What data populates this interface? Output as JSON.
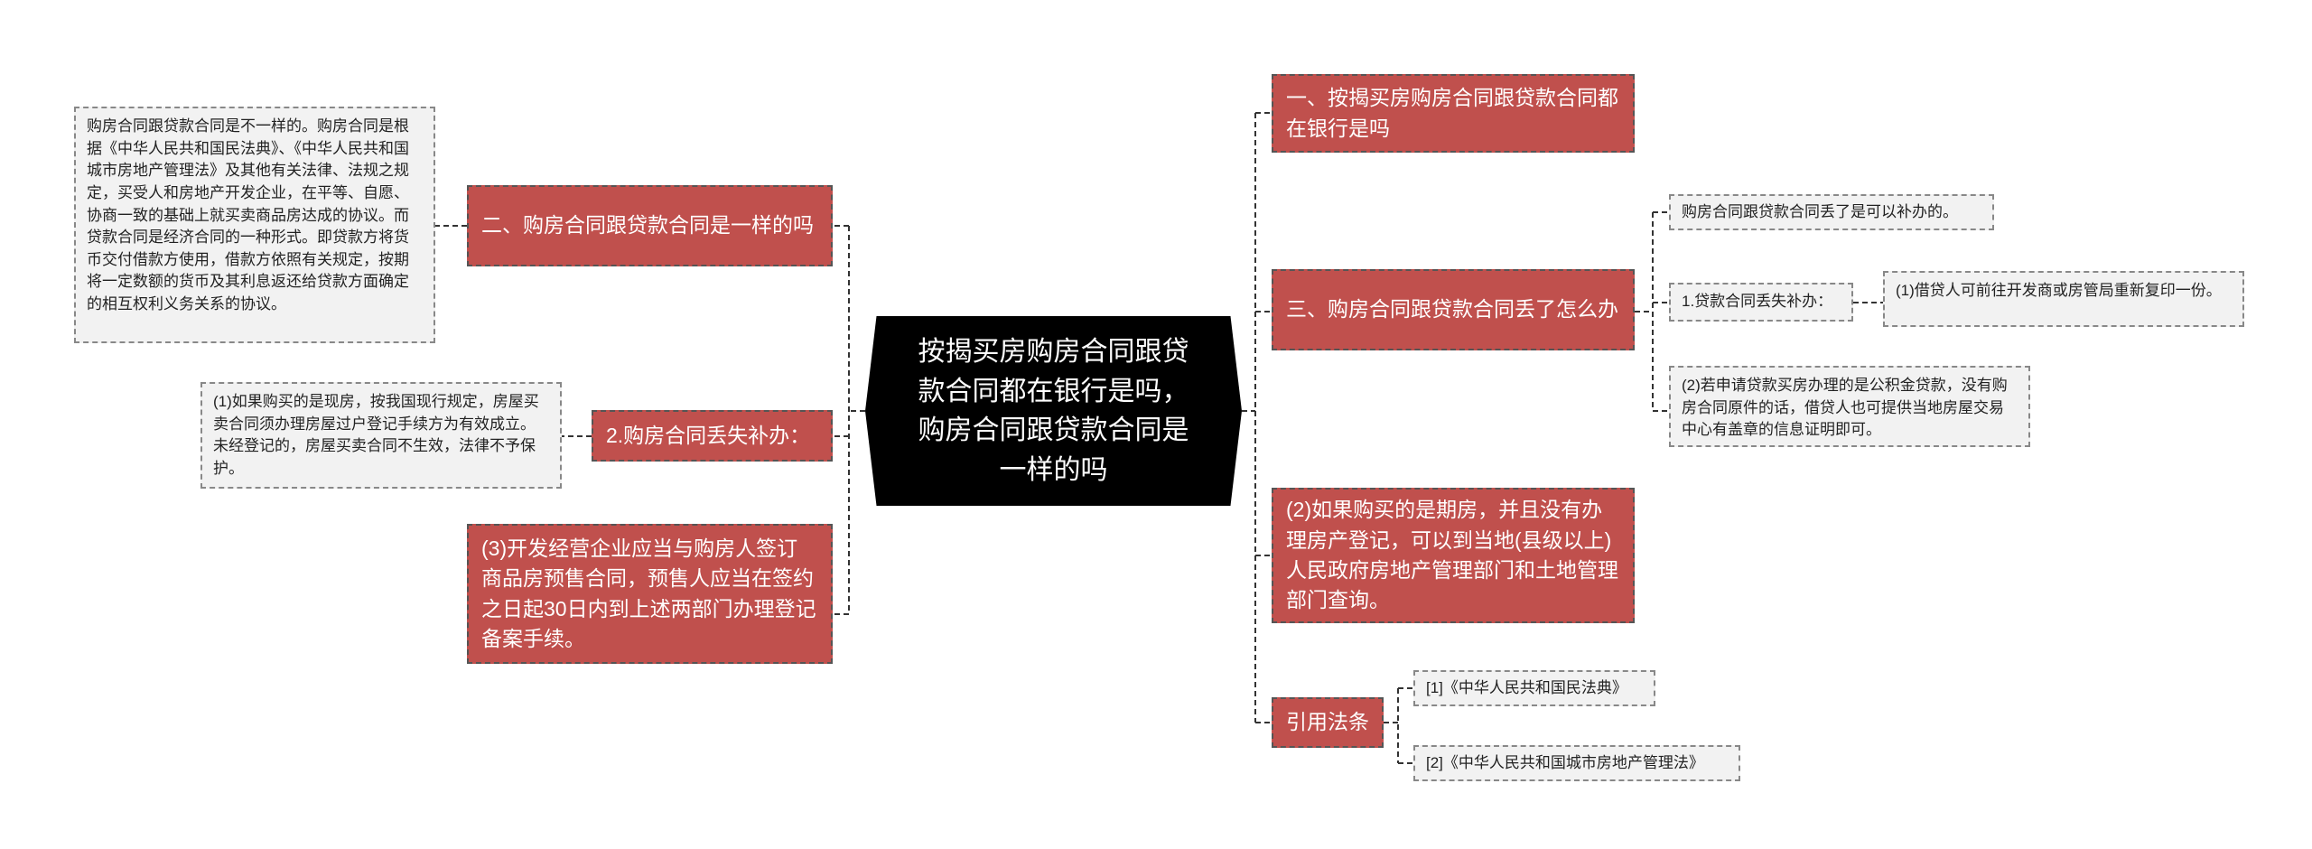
{
  "center": "按揭买房购房合同跟贷款合同都在银行是吗，购房合同跟贷款合同是一样的吗",
  "right": {
    "q1": "一、按揭买房购房合同跟贷款合同都在银行是吗",
    "q3": "三、购房合同跟贷款合同丢了怎么办",
    "q3_note": "购房合同跟贷款合同丢了是可以补办的。",
    "q3_sub_label": "1.贷款合同丢失补办：",
    "q3_sub_detail": "(1)借贷人可前往开发商或房管局重新复印一份。",
    "q3_public_fund": "(2)若申请贷款买房办理的是公积金贷款，没有购房合同原件的话，借贷人也可提供当地房屋交易中心有盖章的信息证明即可。",
    "futures": "(2)如果购买的是期房，并且没有办理房产登记，可以到当地(县级以上)人民政府房地产管理部门和土地管理部门查询。",
    "laws_label": "引用法条",
    "law1": "[1]《中华人民共和国民法典》",
    "law2": "[2]《中华人民共和国城市房地产管理法》"
  },
  "left": {
    "q2": "二、购房合同跟贷款合同是一样的吗",
    "q2_detail": "购房合同跟贷款合同是不一样的。购房合同是根据《中华人民共和国民法典》、《中华人民共和国城市房地产管理法》及其他有关法律、法规之规定，买受人和房地产开发企业，在平等、自愿、协商一致的基础上就买卖商品房达成的协议。而贷款合同是经济合同的一种形式。即贷款方将货币交付借款方使用，借款方依照有关规定，按期将一定数额的货币及其利息返还给贷款方面确定的相互权利义务关系的协议。",
    "lost": "2.购房合同丢失补办：",
    "lost_detail": "(1)如果购买的是现房，按我国现行规定，房屋买卖合同须办理房屋过户登记手续方为有效成立。未经登记的，房屋买卖合同不生效，法律不予保护。",
    "presale": "(3)开发经营企业应当与购房人签订商品房预售合同，预售人应当在签约之日起30日内到上述两部门办理登记备案手续。"
  },
  "colors": {
    "accent": "#c0504d",
    "center": "#000000",
    "leaf_bg": "#f2f2f2",
    "line": "#333333"
  }
}
